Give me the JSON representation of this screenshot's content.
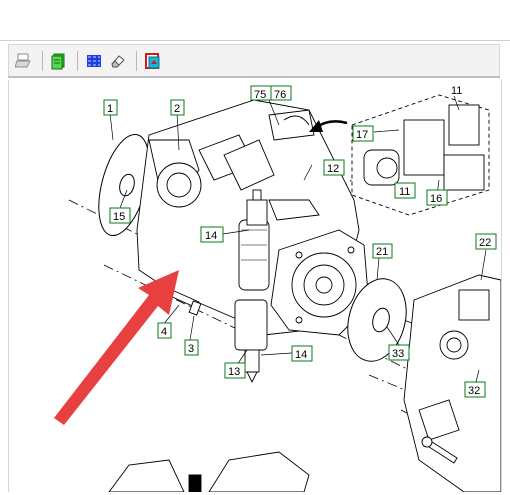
{
  "toolbar": {
    "buttons": [
      {
        "name": "print-icon",
        "color": "#9a9a9a"
      },
      {
        "name": "notes-icon",
        "color": "#1aa31a"
      },
      {
        "name": "grid-select-icon",
        "color": "#1f3fd6"
      },
      {
        "name": "eraser-icon",
        "color": "#6f6f6f"
      },
      {
        "name": "export-icon",
        "color": "#d11a1a"
      }
    ]
  },
  "diagram": {
    "callouts": [
      "1",
      "2",
      "75",
      "76",
      "11",
      "17",
      "11",
      "12",
      "16",
      "15",
      "14",
      "21",
      "22",
      "4",
      "3",
      "33",
      "13",
      "14",
      "32"
    ],
    "accent": "#e84040"
  }
}
